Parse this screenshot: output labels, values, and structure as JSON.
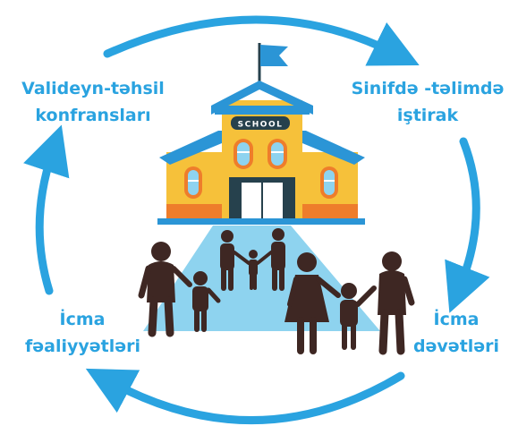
{
  "labels": {
    "top_left": {
      "line1": "Valideyn-təhsil",
      "line2": "konfransları"
    },
    "top_right": {
      "line1": "Sinifdə -təlimdə",
      "line2": "iştirak"
    },
    "bottom_left": {
      "line1": "İcma",
      "line2": "fəaliyyətləri"
    },
    "bottom_right": {
      "line1": "İcma",
      "line2": "dəvətləri"
    }
  },
  "school": {
    "sign": "SCHOOL"
  },
  "colors": {
    "arrow": "#2aa3e0",
    "text": "#2aa3e0",
    "school_wall": "#f6c13a",
    "school_roof": "#2b95d6",
    "school_trim": "#ee7d2b",
    "door": "#26414d",
    "path": "#8ed3ef",
    "people": "#3e2723"
  }
}
